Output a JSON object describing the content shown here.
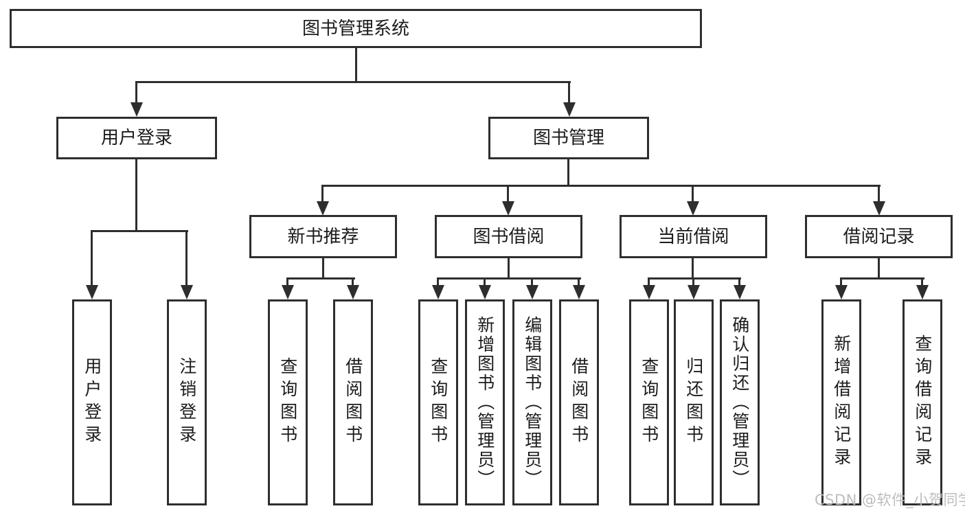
{
  "colors": {
    "line": "#2e2e2e",
    "text": "#1b1b1b",
    "watermark": "#bdbdbd",
    "bg": "#ffffff"
  },
  "nodes": {
    "root": "图书管理系统",
    "user_login": "用户登录",
    "book_management": "图书管理",
    "new_book_recommendation": "新书推荐",
    "book_borrowing": "图书借阅",
    "current_borrowing": "当前借阅",
    "borrowing_records": "借阅记录",
    "leaves": [
      "用户登录",
      "注销登录",
      "查询图书",
      "借阅图书",
      "查询图书",
      "新增图书（管理员）",
      "编辑图书（管理员）",
      "借阅图书",
      "查询图书",
      "归还图书",
      "确认归还（管理员）",
      "新增借阅记录",
      "查询借阅记录"
    ]
  },
  "tree": {
    "图书管理系统": {
      "用户登录": [
        "用户登录",
        "注销登录"
      ],
      "图书管理": {
        "新书推荐": [
          "查询图书",
          "借阅图书"
        ],
        "图书借阅": [
          "查询图书",
          "新增图书（管理员）",
          "编辑图书（管理员）",
          "借阅图书"
        ],
        "当前借阅": [
          "查询图书",
          "归还图书",
          "确认归还（管理员）"
        ],
        "借阅记录": [
          "新增借阅记录",
          "查询借阅记录"
        ]
      }
    }
  },
  "watermark": {
    "text": "CSDN @软件_小贺同学"
  }
}
